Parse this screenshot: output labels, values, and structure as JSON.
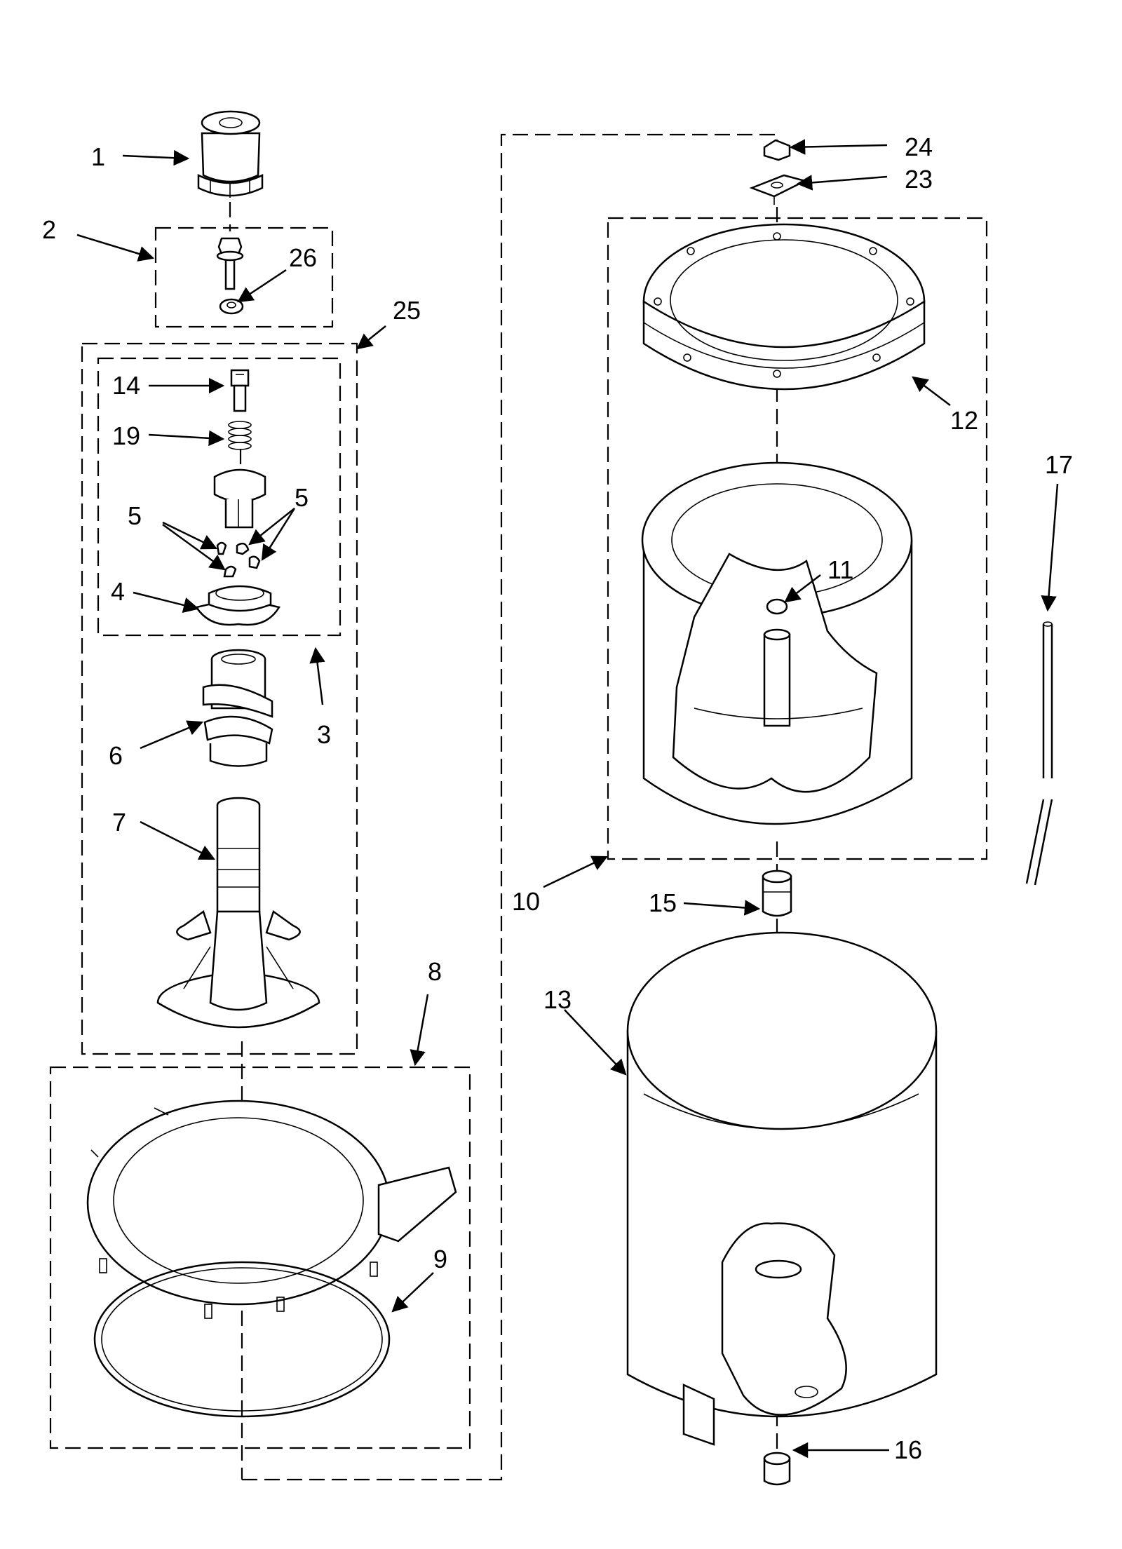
{
  "callouts": {
    "c1": "1",
    "c2": "2",
    "c3": "3",
    "c4": "4",
    "c5a": "5",
    "c5b": "5",
    "c6": "6",
    "c7": "7",
    "c8": "8",
    "c9": "9",
    "c10": "10",
    "c11": "11",
    "c12": "12",
    "c13": "13",
    "c14": "14",
    "c15": "15",
    "c16": "16",
    "c17": "17",
    "c19": "19",
    "c23": "23",
    "c24": "24",
    "c25": "25",
    "c26": "26"
  }
}
